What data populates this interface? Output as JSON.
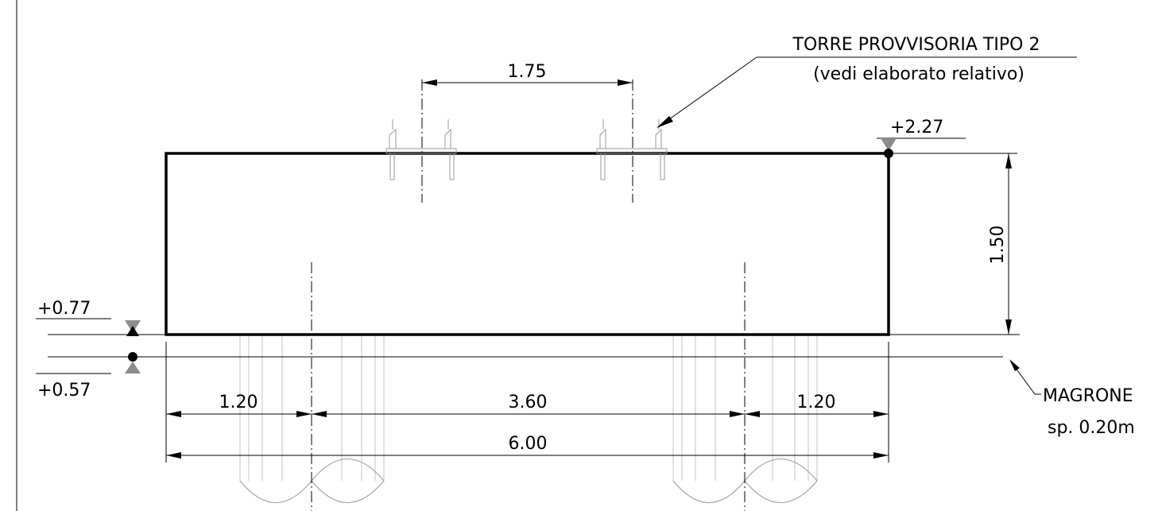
{
  "tower_note": {
    "line1": "TORRE PROVVISORIA TIPO 2",
    "line2": "(vedi elaborato relativo)"
  },
  "dimensions": {
    "axis_spacing_top": "1.75",
    "height": "1.50",
    "left_cantilever": "1.20",
    "center_span": "3.60",
    "right_cantilever": "1.20",
    "total_length": "6.00"
  },
  "elevations": {
    "top": "+2.27",
    "bottom": "+0.77",
    "blinding": "+0.57"
  },
  "magrone_note": {
    "line1": "MAGRONE",
    "line2": "sp. 0.20m"
  }
}
